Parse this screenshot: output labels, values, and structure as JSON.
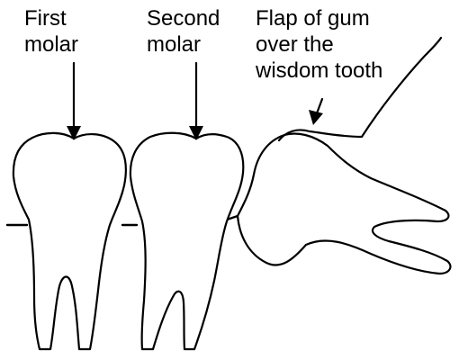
{
  "labels": {
    "first_molar": [
      "First",
      "molar"
    ],
    "second_molar": [
      "Second",
      "molar"
    ],
    "gum_flap": [
      "Flap of gum",
      "over the",
      "wisdom tooth"
    ]
  },
  "colors": {
    "line": "#000000",
    "background": "#ffffff"
  }
}
